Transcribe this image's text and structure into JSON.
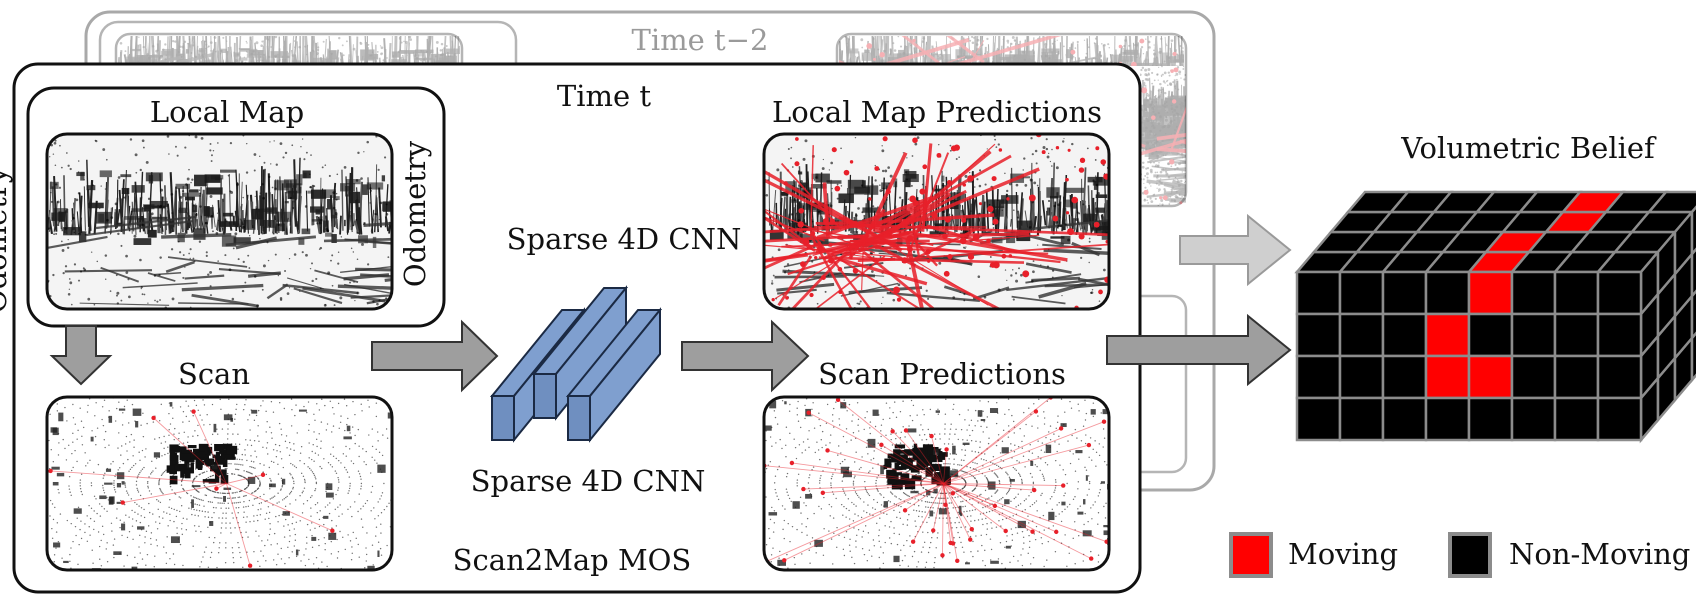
{
  "frames": {
    "back_title": "Time t−2",
    "front_title": "Time t",
    "side_label": "Odometry"
  },
  "panels": {
    "local_map": {
      "title": "Local Map",
      "side_label": "Odometry"
    },
    "scan": {
      "title": "Scan"
    },
    "local_map_predictions": {
      "title": "Local Map Predictions"
    },
    "scan_predictions": {
      "title": "Scan Predictions"
    }
  },
  "network": {
    "label_top": "Sparse 4D CNN",
    "label_bottom": "Sparse 4D CNN",
    "color": "#7f9fcf"
  },
  "pipeline_name": "Scan2Map MOS",
  "belief": {
    "title": "Volumetric Belief",
    "moving_color": "#ff0000",
    "nonmoving_color": "#000000",
    "cell_line_color": "#8c8c8c"
  },
  "legend": [
    {
      "label": "Moving",
      "color": "#ff0000"
    },
    {
      "label": "Non-Moving",
      "color": "#000000"
    }
  ],
  "colors": {
    "arrow": "#9e9e9e",
    "arrow_light": "#cfcfcf",
    "point_moving": "#e8202a",
    "frame_back": "#a0a0a0"
  }
}
